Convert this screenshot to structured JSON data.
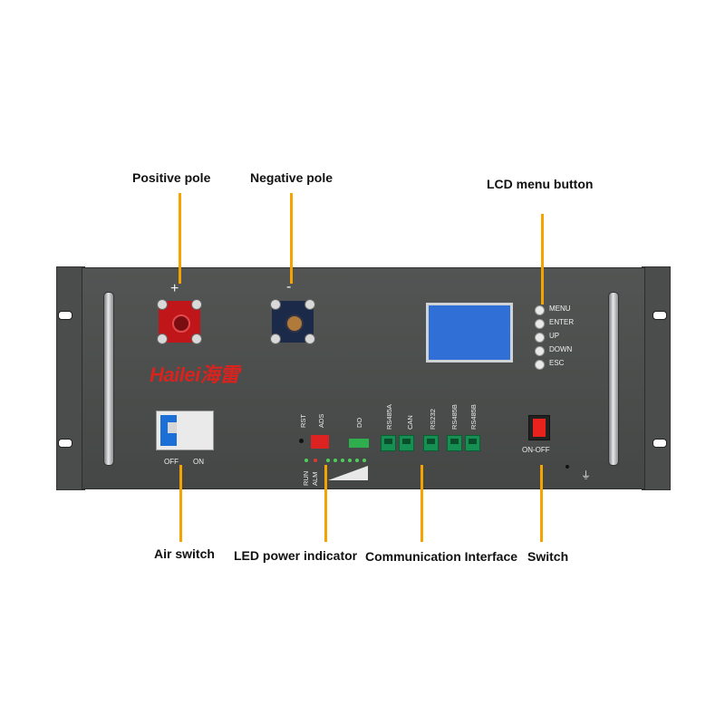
{
  "callouts": {
    "positive_pole": "Positive pole",
    "negative_pole": "Negative pole",
    "lcd_menu_button": "LCD menu button",
    "air_switch": "Air switch",
    "led_power_indicator": "LED power indicator",
    "communication_interface": "Communication Interface",
    "switch": "Switch"
  },
  "panel": {
    "plus_sign": "+",
    "minus_sign": "-",
    "brand": "Hailei海雷",
    "breaker_off": "OFF",
    "breaker_on": "ON",
    "rst": "RST",
    "ads": "ADS",
    "do": "DO",
    "run": "RUN",
    "alm": "ALM",
    "ports": [
      "RS485A",
      "CAN",
      "RS232",
      "RS485B",
      "RS485B"
    ],
    "onoff": "ON-OFF",
    "ground_symbol": "⏚",
    "menu_buttons": [
      "MENU",
      "ENTER",
      "UP",
      "DOWN",
      "ESC"
    ]
  },
  "colors": {
    "leader": "#f5a300",
    "panel": "#4a4d4b",
    "brand": "#d8231f",
    "lcd": "#2f6fd6",
    "port": "#159052",
    "positive_terminal": "#c0161a",
    "negative_terminal": "#1c2a4a"
  }
}
